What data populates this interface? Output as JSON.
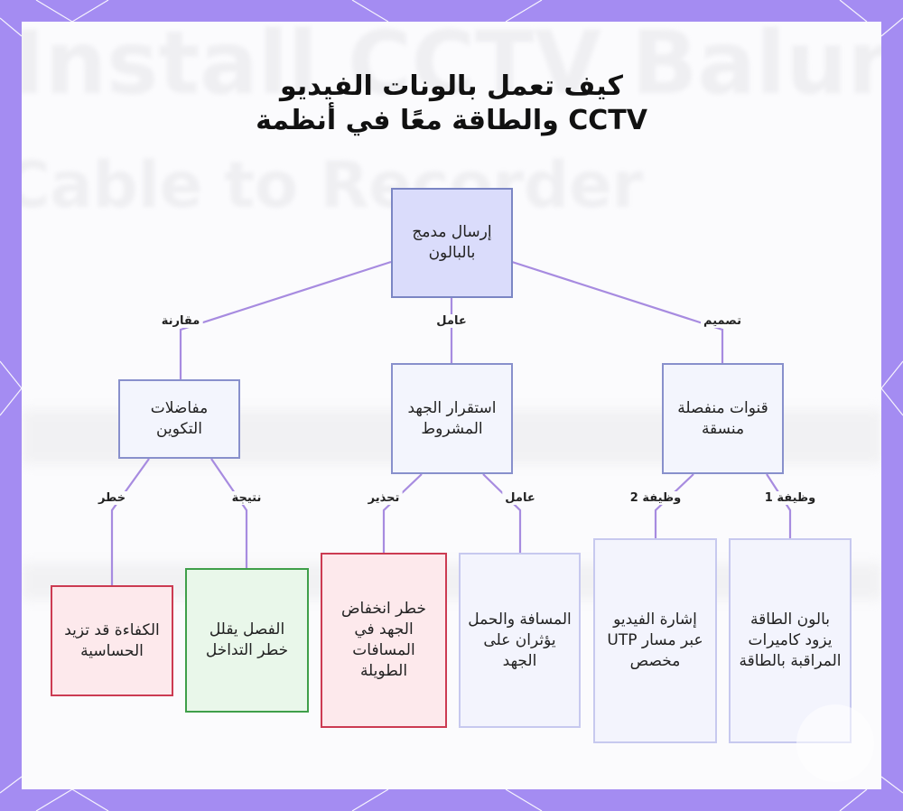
{
  "watermark": {
    "line1": "Install CCTV Balun",
    "line2": "Cable to Recorder"
  },
  "title": {
    "line1": "كيف تعمل بالونات الفيديو",
    "line2": "والطاقة معًا في أنظمة CCTV"
  },
  "nodes": {
    "root": "إرسال مدمج بالبالون",
    "left_mid": "مفاضلات التكوين",
    "center_mid": "استقرار الجهد المشروط",
    "right_mid": "قنوات منفصلة منسقة",
    "leaf_risk": "الكفاءة قد تزيد الحساسية",
    "leaf_result": "الفصل يقلل خطر التداخل",
    "leaf_warning": "خطر انخفاض الجهد في المسافات الطويلة",
    "leaf_factor": "المسافة والحمل يؤثران على الجهد",
    "leaf_function2": "إشارة الفيديو عبر مسار UTP مخصص",
    "leaf_function1": "بالون الطاقة يزود كاميرات المراقبة بالطاقة"
  },
  "edge_labels": {
    "comparison": "مقارنة",
    "factor_top": "عامل",
    "design": "تصميم",
    "risk": "خطر",
    "result": "نتيجة",
    "warning": "تحذير",
    "factor_bottom": "عامل",
    "function2": "وظيفة 2",
    "function1": "وظيفة 1"
  },
  "colors": {
    "frame": "#a48cf2",
    "edge": "#a78be0",
    "root_fill": "#dadcfb",
    "risk_border": "#cc3b52",
    "result_border": "#3f9f4a"
  }
}
